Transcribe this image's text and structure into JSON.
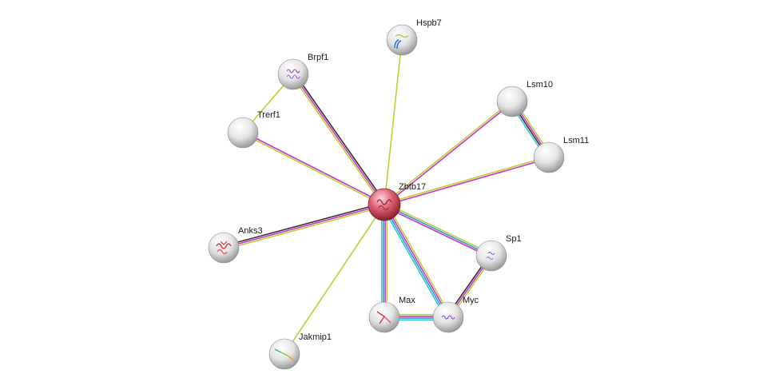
{
  "network": {
    "center": "Zbtb17",
    "nodes": [
      {
        "id": "Zbtb17",
        "label": "Zbtb17",
        "query": true,
        "structure": "red"
      },
      {
        "id": "Hspb7",
        "label": "Hspb7",
        "query": false,
        "structure": "mixed"
      },
      {
        "id": "Brpf1",
        "label": "Brpf1",
        "query": false,
        "structure": "purple"
      },
      {
        "id": "Trerf1",
        "label": "Trerf1",
        "query": false,
        "structure": "none"
      },
      {
        "id": "Lsm10",
        "label": "Lsm10",
        "query": false,
        "structure": "none"
      },
      {
        "id": "Lsm11",
        "label": "Lsm11",
        "query": false,
        "structure": "none"
      },
      {
        "id": "Anks3",
        "label": "Anks3",
        "query": false,
        "structure": "red"
      },
      {
        "id": "Sp1",
        "label": "Sp1",
        "query": false,
        "structure": "purple"
      },
      {
        "id": "Max",
        "label": "Max",
        "query": false,
        "structure": "red"
      },
      {
        "id": "Myc",
        "label": "Myc",
        "query": false,
        "structure": "purple"
      },
      {
        "id": "Jakmip1",
        "label": "Jakmip1",
        "query": false,
        "structure": "mixed"
      }
    ],
    "edges": [
      {
        "a": "Zbtb17",
        "b": "Hspb7",
        "evidence": [
          "#b5d334"
        ]
      },
      {
        "a": "Zbtb17",
        "b": "Brpf1",
        "evidence": [
          "#b5d334",
          "#cc33cc",
          "#333333"
        ]
      },
      {
        "a": "Zbtb17",
        "b": "Trerf1",
        "evidence": [
          "#b5d334",
          "#cc33cc"
        ]
      },
      {
        "a": "Zbtb17",
        "b": "Lsm10",
        "evidence": [
          "#b5d334",
          "#cc33cc"
        ]
      },
      {
        "a": "Zbtb17",
        "b": "Lsm11",
        "evidence": [
          "#b5d334",
          "#cc33cc"
        ]
      },
      {
        "a": "Zbtb17",
        "b": "Anks3",
        "evidence": [
          "#b5d334",
          "#cc33cc",
          "#333333"
        ]
      },
      {
        "a": "Zbtb17",
        "b": "Sp1",
        "evidence": [
          "#b5d334",
          "#3399cc",
          "#cc33cc"
        ]
      },
      {
        "a": "Zbtb17",
        "b": "Max",
        "evidence": [
          "#b5d334",
          "#cc33cc",
          "#3399cc",
          "#33cccc"
        ]
      },
      {
        "a": "Zbtb17",
        "b": "Myc",
        "evidence": [
          "#b5d334",
          "#cc33cc",
          "#3399cc",
          "#33cccc"
        ]
      },
      {
        "a": "Zbtb17",
        "b": "Jakmip1",
        "evidence": [
          "#b5d334"
        ]
      },
      {
        "a": "Brpf1",
        "b": "Trerf1",
        "evidence": [
          "#b5d334"
        ]
      },
      {
        "a": "Lsm10",
        "b": "Lsm11",
        "evidence": [
          "#b5d334",
          "#cc33cc",
          "#333333",
          "#33cccc"
        ]
      },
      {
        "a": "Sp1",
        "b": "Myc",
        "evidence": [
          "#b5d334",
          "#cc33cc",
          "#333333"
        ]
      },
      {
        "a": "Max",
        "b": "Myc",
        "evidence": [
          "#b5d334",
          "#cc33cc",
          "#3399cc",
          "#33cccc"
        ]
      }
    ],
    "colors": {
      "node_default": "#e8e8e8",
      "node_query": "#d9556a"
    }
  }
}
